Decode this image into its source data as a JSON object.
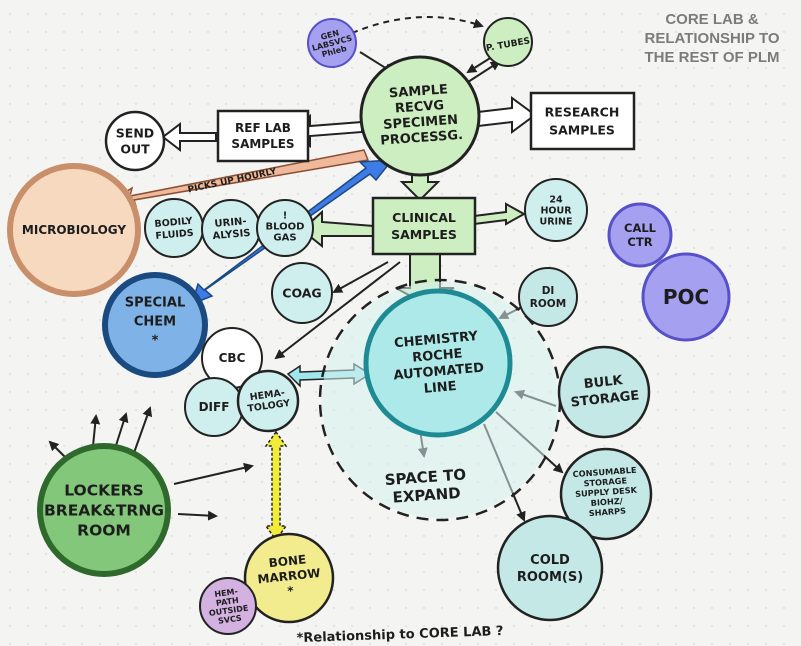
{
  "title": {
    "line1": "CORE LAB &",
    "line2": "RELATIONSHIP TO",
    "line3": "THE REST OF PLM"
  },
  "nodes": {
    "gen_lab": [
      "GEN",
      "LABSVCS",
      "Phleb"
    ],
    "p_tubes": [
      "P. TUBES"
    ],
    "sample_recvg": [
      "SAMPLE",
      "RECVG",
      "SPECIMEN",
      "PROCESSG."
    ],
    "research": [
      "RESEARCH",
      "SAMPLES"
    ],
    "ref_lab": [
      "REF LAB",
      "SAMPLES"
    ],
    "send_out": [
      "SEND",
      "OUT"
    ],
    "picks_up": [
      "PICKS UP HOURLY"
    ],
    "microbiology": [
      "MICROBIOLOGY"
    ],
    "bodily_fluids": [
      "BODILY",
      "FLUIDS"
    ],
    "urinalysis": [
      "URIN-",
      "ALYSIS"
    ],
    "blood_gas": [
      "!",
      "BLOOD",
      "GAS"
    ],
    "clinical": [
      "CLINICAL",
      "SAMPLES"
    ],
    "urine_24": [
      "24",
      "HOUR",
      "URINE"
    ],
    "call_ctr": [
      "CALL",
      "CTR"
    ],
    "poc": [
      "POC"
    ],
    "special_chem": [
      "SPECIAL",
      "CHEM",
      "*"
    ],
    "coag": [
      "COAG"
    ],
    "di_room": [
      "DI",
      "ROOM"
    ],
    "chemistry": [
      "CHEMISTRY",
      "ROCHE",
      "AUTOMATED",
      "LINE"
    ],
    "cbc": [
      "CBC"
    ],
    "diff": [
      "DIFF"
    ],
    "hematology": [
      "HEMA-",
      "TOLOGY"
    ],
    "bulk": [
      "BULK",
      "STORAGE"
    ],
    "consumable": [
      "CONSUMABLE",
      "STORAGE",
      "SUPPLY DESK",
      "BIOHZ/",
      "SHARPS"
    ],
    "space": [
      "SPACE TO",
      "EXPAND"
    ],
    "lockers": [
      "LOCKERS",
      "BREAK&TRNG",
      "ROOM"
    ],
    "cold": [
      "COLD",
      "ROOM(S)"
    ],
    "bone": [
      "BONE",
      "MARROW",
      "*"
    ],
    "hem_path": [
      "HEM-",
      "PATH",
      "OUTSIDE",
      "SVCS"
    ],
    "footnote": [
      "*Relationship to CORE LAB ?"
    ]
  },
  "colors": {
    "sample": "#cdeec0",
    "research": "#ffffff",
    "microbio": "#f6d9bf",
    "micro_ring": "#c98e6a",
    "special": "#7fb3e8",
    "special_ring": "#1b4a80",
    "chemistry": "#aee9ea",
    "chem_ring": "#1e8a94",
    "lockers": "#82c77a",
    "lockers_ring": "#2f6a2c",
    "bone": "#f3ec8f",
    "hem_path": "#d3b1e0",
    "purple": "#a6a0f0",
    "purple_ring": "#5651c8",
    "light_teal": "#cfeeee",
    "gray_teal": "#c4e8e6",
    "yellow_arrow": "#f1ec3a",
    "blue_arrow": "#3f7be6",
    "orange_arrow": "#f0b89a"
  }
}
